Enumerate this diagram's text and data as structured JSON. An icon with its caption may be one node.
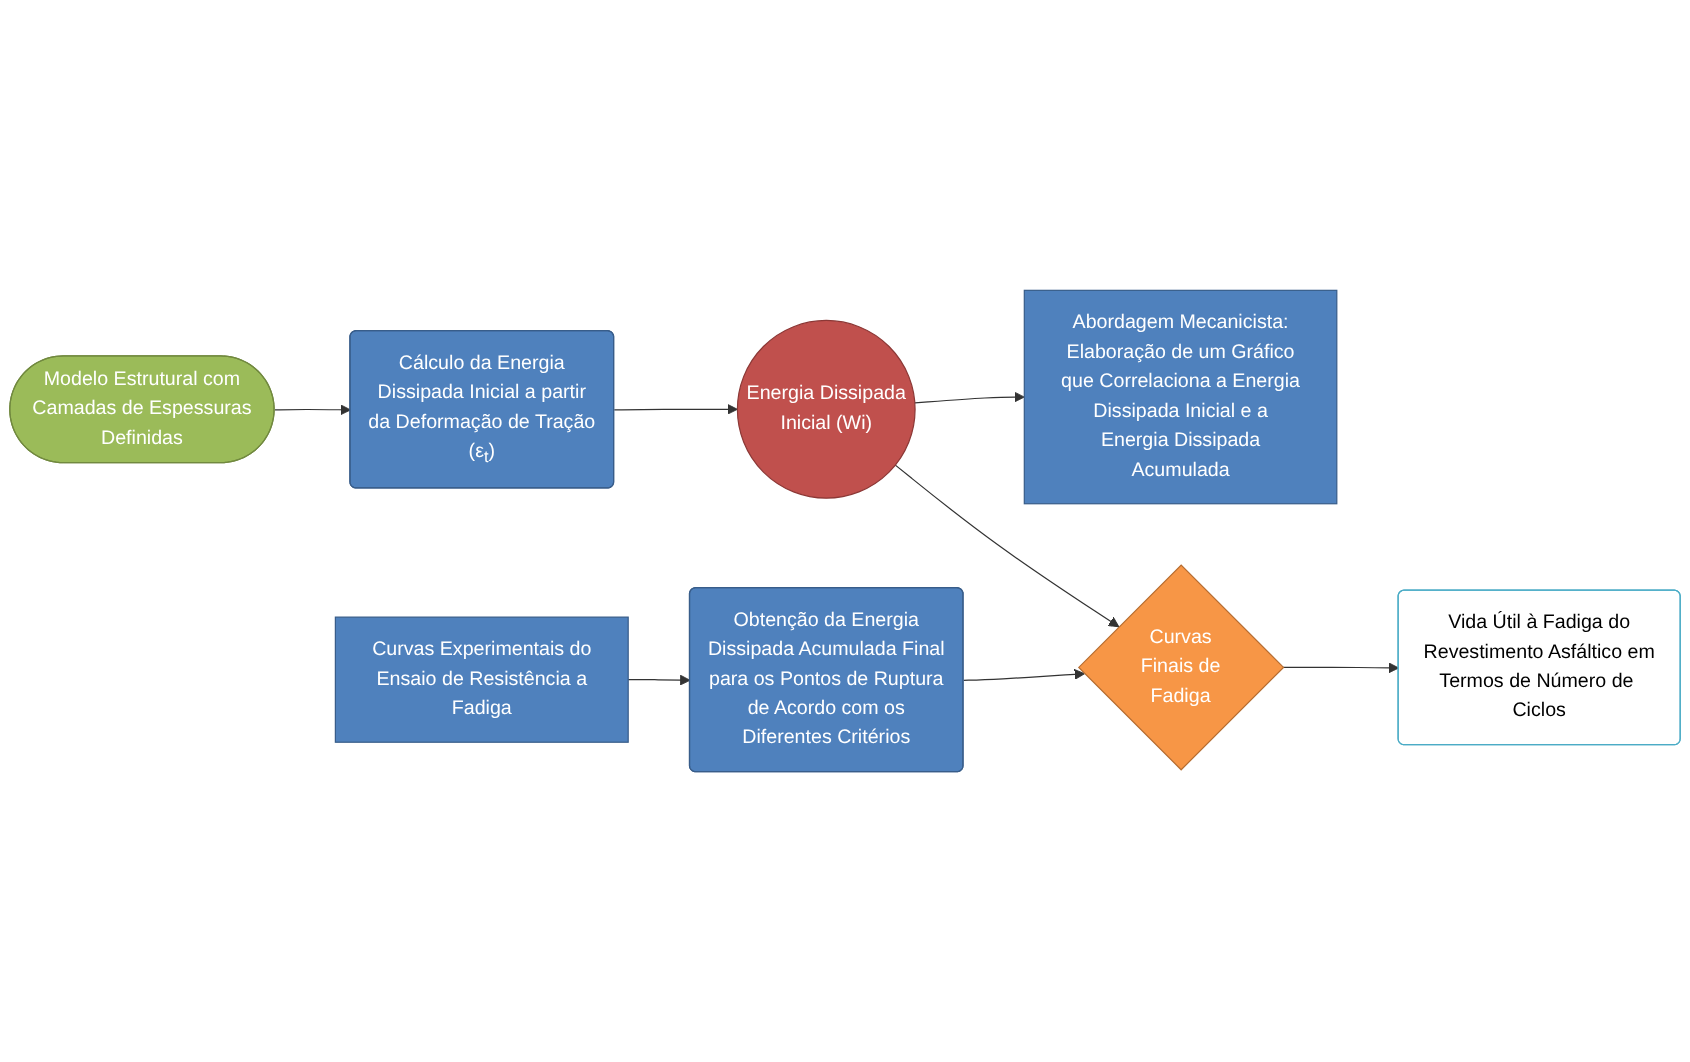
{
  "diagram": {
    "nodes": [
      {
        "text": [
          "Modelo Estrutural com Camadas de Espessuras Definidas"
        ]
      },
      {
        "text": [
          "Cálculo da Energia Dissipada Inicial a partir da Deformação de Tração (ε$_{t}$)"
        ]
      },
      {
        "text": [
          "Energia Dissipada Inicial (Wi)"
        ]
      },
      {
        "text": [
          "Abordagem Mecanicista: Elaboração de um Gráfico que Correlaciona a Energia Dissipada Inicial e a Energia Dissipada Acumulada"
        ]
      },
      {
        "text": [
          "Curvas Experimentais do Ensaio de Resistência a Fadiga"
        ]
      },
      {
        "text": [
          "Obtenção da Energia Dissipada Acumulada Final para os Pontos de Ruptura de Acordo com os Diferentes Critérios"
        ]
      },
      {
        "text": [
          "Curvas Finais de Fadiga"
        ]
      },
      {
        "text": [
          "Vida Útil à Fadiga do Revestimento Asfáltico em Termos de Número de Ciclos"
        ]
      }
    ],
    "edges": [
      {
        "from": 0,
        "to": 1,
        "arrow": "to"
      },
      {
        "from": 1,
        "to": 2,
        "arrow": "to"
      },
      {
        "from": 2,
        "to": 3,
        "arrow": "to"
      },
      {
        "from": 2,
        "to": 6,
        "arrow": "to"
      },
      {
        "from": 4,
        "to": 5,
        "arrow": "to"
      },
      {
        "from": 5,
        "to": 6,
        "arrow": "to"
      },
      {
        "from": 6,
        "to": 7,
        "arrow": "to"
      }
    ]
  }
}
